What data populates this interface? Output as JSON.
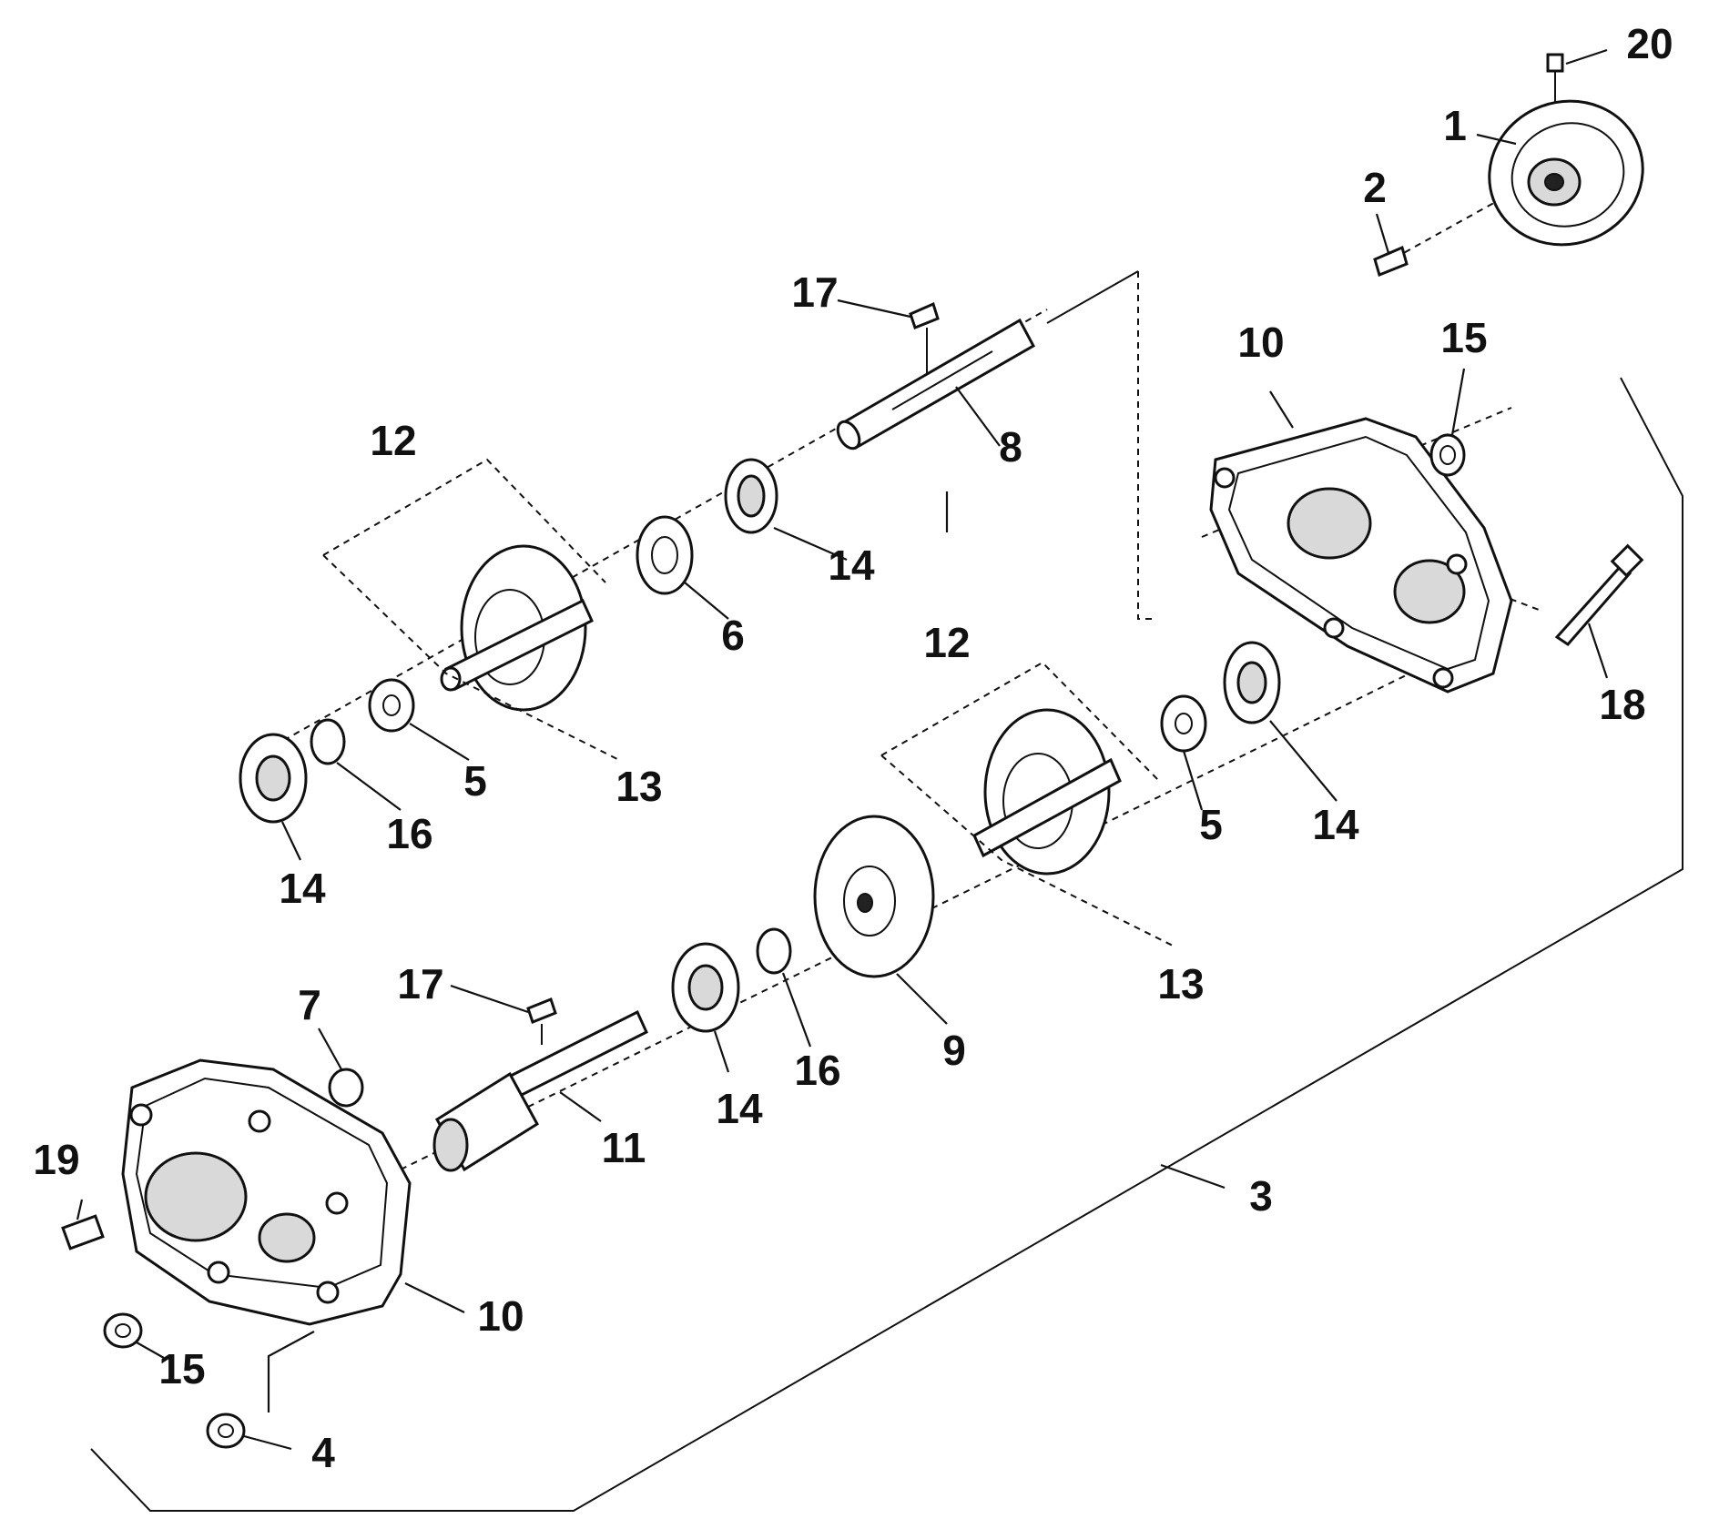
{
  "callouts": [
    {
      "id": "c20a",
      "text": "20"
    },
    {
      "id": "c1",
      "text": "1"
    },
    {
      "id": "c2",
      "text": "2"
    },
    {
      "id": "c17a",
      "text": "17"
    },
    {
      "id": "c10a",
      "text": "10"
    },
    {
      "id": "c15a",
      "text": "15"
    },
    {
      "id": "c8",
      "text": "8"
    },
    {
      "id": "c12a",
      "text": "12"
    },
    {
      "id": "c14a",
      "text": "14"
    },
    {
      "id": "c6",
      "text": "6"
    },
    {
      "id": "c12b",
      "text": "12"
    },
    {
      "id": "c18",
      "text": "18"
    },
    {
      "id": "c5a",
      "text": "5"
    },
    {
      "id": "c13a",
      "text": "13"
    },
    {
      "id": "c16a",
      "text": "16"
    },
    {
      "id": "c14b",
      "text": "14"
    },
    {
      "id": "c5b",
      "text": "5"
    },
    {
      "id": "c14c",
      "text": "14"
    },
    {
      "id": "c13b",
      "text": "13"
    },
    {
      "id": "c17b",
      "text": "17"
    },
    {
      "id": "c7",
      "text": "7"
    },
    {
      "id": "c9",
      "text": "9"
    },
    {
      "id": "c16b",
      "text": "16"
    },
    {
      "id": "c14d",
      "text": "14"
    },
    {
      "id": "c11",
      "text": "11"
    },
    {
      "id": "c19",
      "text": "19"
    },
    {
      "id": "c3",
      "text": "3"
    },
    {
      "id": "c10b",
      "text": "10"
    },
    {
      "id": "c15b",
      "text": "15"
    },
    {
      "id": "c4",
      "text": "4"
    }
  ]
}
